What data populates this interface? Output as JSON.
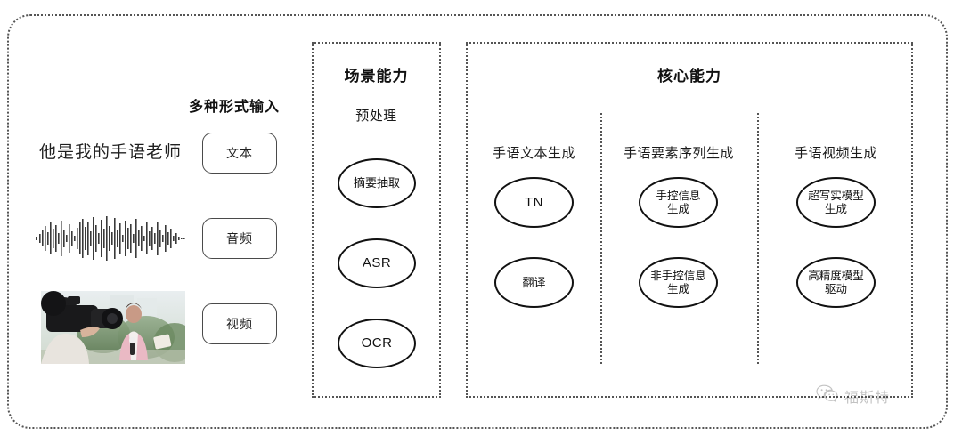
{
  "input_section": {
    "heading": "多种形式输入",
    "sample_sentence": "他是我的手语老师",
    "modalities": [
      {
        "label": "文本",
        "icon": "text-icon"
      },
      {
        "label": "音频",
        "icon": "waveform-icon"
      },
      {
        "label": "视频",
        "icon": "video-thumbnail-icon"
      }
    ]
  },
  "scene_panel": {
    "title": "场景能力",
    "column_title": "预处理",
    "nodes": [
      {
        "label": "摘要抽取"
      },
      {
        "label": "ASR"
      },
      {
        "label": "OCR"
      }
    ]
  },
  "core_panel": {
    "title": "核心能力",
    "columns": [
      {
        "title": "手语文本生成",
        "nodes": [
          {
            "label": "TN"
          },
          {
            "label": "翻译"
          }
        ]
      },
      {
        "title": "手语要素序列生成",
        "nodes": [
          {
            "label": "手控信息\n生成"
          },
          {
            "label": "非手控信息\n生成"
          }
        ]
      },
      {
        "title": "手语视频生成",
        "nodes": [
          {
            "label": "超写实模型\n生成"
          },
          {
            "label": "高精度模型\n驱动"
          }
        ]
      }
    ]
  },
  "watermark": {
    "text": "福斯特",
    "icon": "wechat-icon"
  },
  "colors": {
    "border": "#555555",
    "node_outline": "#111111",
    "text": "#1a1a1a",
    "background": "#ffffff"
  }
}
